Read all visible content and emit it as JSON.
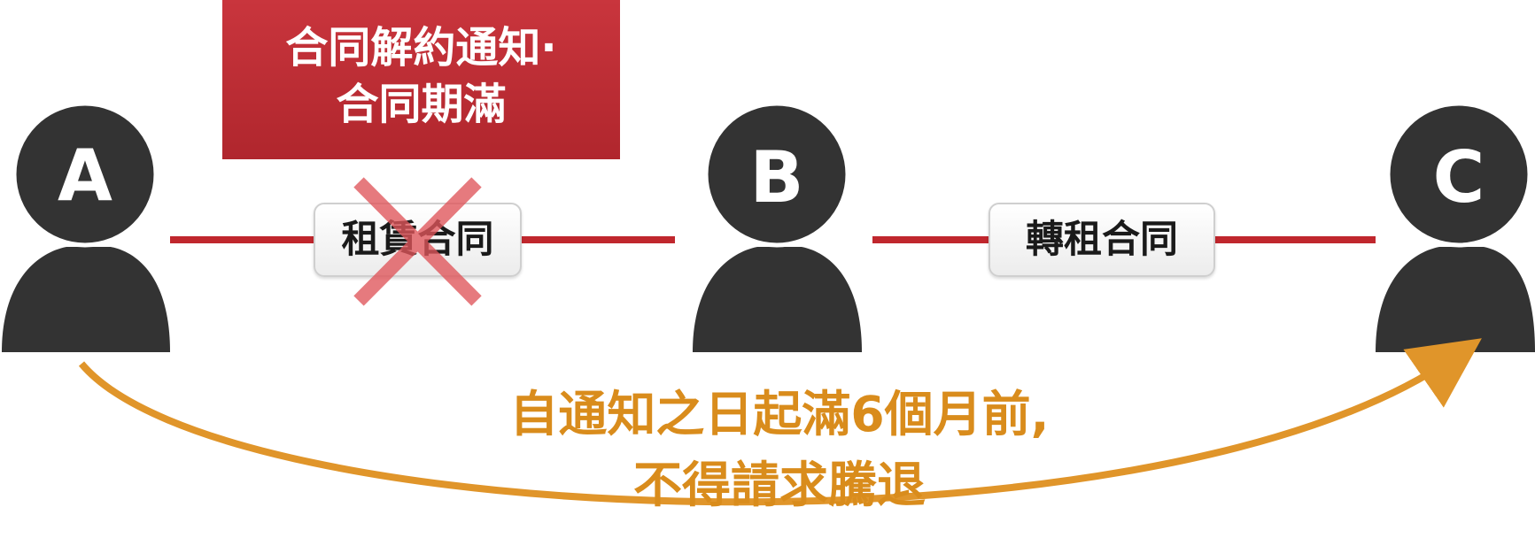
{
  "banner": {
    "line1": "合同解約通知·",
    "line2": "合同期滿"
  },
  "parties": {
    "a": {
      "label": "A"
    },
    "b": {
      "label": "B"
    },
    "c": {
      "label": "C"
    }
  },
  "contracts": {
    "lease": {
      "label": "租賃合同",
      "status": "cancelled"
    },
    "sublease": {
      "label": "轉租合同"
    }
  },
  "rule": {
    "line1": "自通知之日起滿6個月前,",
    "line2": "不得請求騰退"
  },
  "colors": {
    "banner": "#b9282f",
    "connector_line": "#c0272d",
    "cross": "#e0555a",
    "person": "#333333",
    "rule": "#d98c1c"
  },
  "icons": {
    "person": "person-icon",
    "cancel": "x-mark-icon",
    "arrow": "curved-arrow-icon"
  }
}
